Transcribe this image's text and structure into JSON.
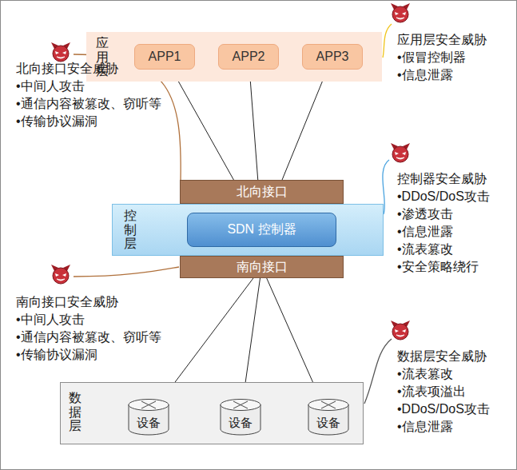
{
  "diagram": {
    "nodes": [
      {
        "text": [
          "应用层"
        ]
      },
      {
        "text": [
          "APP1"
        ],
        "in": 0
      },
      {
        "text": [
          "APP2"
        ],
        "in": 0
      },
      {
        "text": [
          "APP3"
        ],
        "in": 0
      },
      {
        "text": [
          "北向接口"
        ]
      },
      {
        "text": [
          "控制层"
        ]
      },
      {
        "text": [
          "SDN 控制器"
        ],
        "in": 5
      },
      {
        "text": [
          "南向接口"
        ]
      },
      {
        "text": [
          "数据层"
        ]
      },
      {
        "text": [
          "设备"
        ],
        "in": 8
      },
      {
        "text": [
          "设备"
        ],
        "in": 8
      },
      {
        "text": [
          "设备"
        ],
        "in": 8
      }
    ],
    "edges": [
      {
        "from": 1,
        "to": 6,
        "arrow": "none"
      },
      {
        "from": 2,
        "to": 6,
        "arrow": "none"
      },
      {
        "from": 3,
        "to": 6,
        "arrow": "none"
      },
      {
        "from": 7,
        "to": 9,
        "arrow": "none"
      },
      {
        "from": 7,
        "to": 10,
        "arrow": "none"
      },
      {
        "from": 7,
        "to": 11,
        "arrow": "none"
      }
    ],
    "labels": [
      "应用层安全威胁",
      "•假冒控制器",
      "•信息泄露",
      "北向接口安全威胁",
      "•中间人攻击",
      "•通信内容被篡改、窃听等",
      "•传输协议漏洞",
      "控制器安全威胁",
      "•DDoS/DoS攻击",
      "•渗透攻击",
      "•信息泄露",
      "•流表篡改",
      "•安全策略绕行",
      "南向接口安全威胁",
      "•中间人攻击",
      "•通信内容被篡改、窃听等",
      "•传输协议漏洞",
      "数据层安全威胁",
      "•流表篡改",
      "•流表项溢出",
      "•DDoS/DoS攻击",
      "•信息泄露"
    ]
  }
}
